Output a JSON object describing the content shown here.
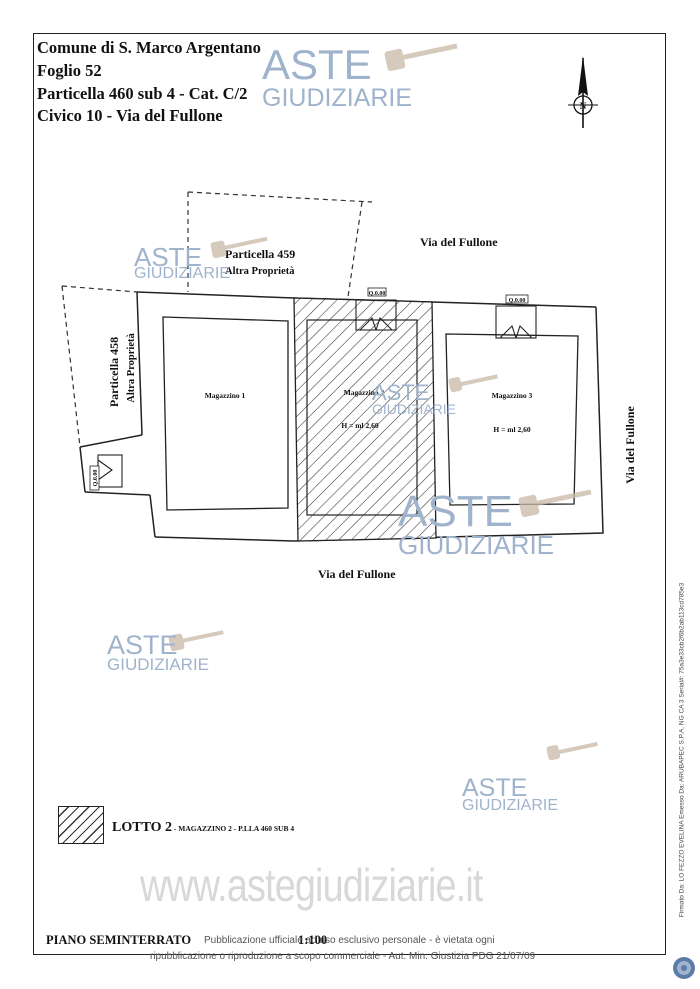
{
  "header": {
    "comune": "Comune di S. Marco Argentano",
    "foglio": "Foglio 52",
    "particella": "Particella 460  sub 4  -  Cat. C/2",
    "civico": "Civico 10 - Via del Fullone"
  },
  "plan": {
    "street_top": "Via del   Fullone",
    "street_bottom": "Via del   Fullone",
    "street_right": "Via del   Fullone",
    "particella_459": "Particella 459",
    "particella_459_owner": "Altra Proprietà",
    "particella_458": "Particella 458",
    "particella_458_owner": "Altra Proprietà",
    "magazzino_1": "Magazzino 1",
    "magazzino_2": "Magazzino 2",
    "magazzino_2_height": "H = ml 2,60",
    "magazzino_3": "Magazzino 3",
    "magazzino_3_height": "H = ml 2,60",
    "elev_1": "Q.0.00",
    "elev_2": "Q.0.00",
    "elev_3": "Q.0.00"
  },
  "legend": {
    "lotto": "LOTTO 2",
    "detail": " - MAGAZZINO 2 - P.LLA 460 SUB 4"
  },
  "footer": {
    "piano": "PIANO SEMINTERRATO",
    "scala": "1:100"
  },
  "watermark": {
    "brand_top": "ASTE",
    "brand_bottom": "GIUDIZIARIE",
    "site": "www.astegiudiziarie.it",
    "disclaimer_line1": "Pubblicazione ufficiale ad uso esclusivo personale - è vietata ogni",
    "disclaimer_line2": "ripubblicazione o riproduzione a scopo commerciale - Aut. Min. Giustizia PDG 21/07/09"
  },
  "signature_strip": "Firmato Da: LO FEZZO EVELINA Emesso Da: ARUBAPEC S.P.A. NG CA 3 Serial#: 75a3e33cb2f6b2ab113cd785e3",
  "colors": {
    "watermark": "#9fb3cc",
    "ink": "#111111"
  }
}
